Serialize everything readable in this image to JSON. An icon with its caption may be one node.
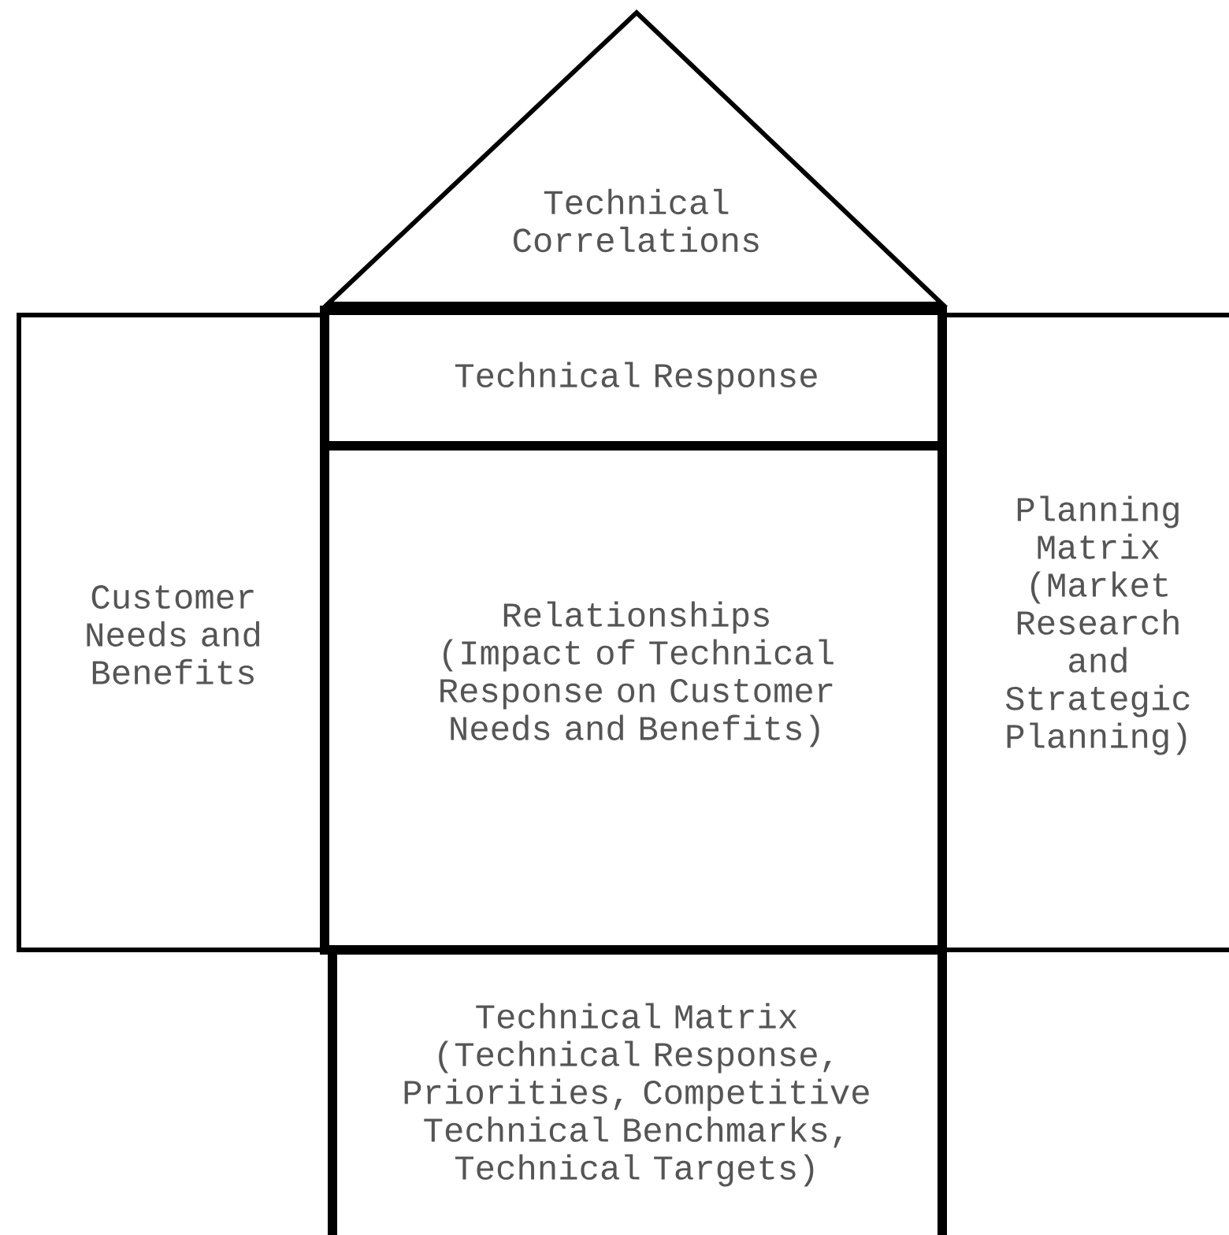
{
  "diagram": {
    "nodes": [
      {
        "text": [
          "Technical Correlations"
        ]
      },
      {
        "text": [
          "Technical Response"
        ]
      },
      {
        "text": [
          "Customer Needs and Benefits"
        ]
      },
      {
        "text": [
          "Relationships",
          "(Impact of Technical Response on Customer Needs and Benefits)"
        ]
      },
      {
        "text": [
          "Planning Matrix (Market Research and Strategic Planning)"
        ]
      },
      {
        "text": [
          "Technical Matrix",
          "(Technical Response, Priorities, Competitive Technical Benchmarks, Technical Targets)"
        ]
      }
    ]
  }
}
